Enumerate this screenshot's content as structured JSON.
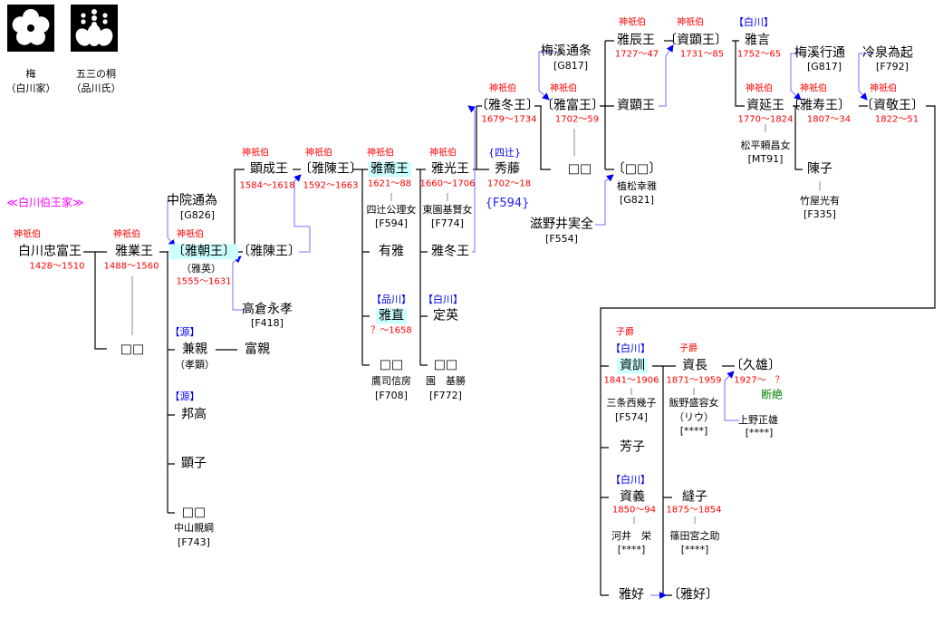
{
  "header": {
    "title": "≪白川伯王家≫"
  },
  "crests": [
    {
      "icon": "plum-crest-icon",
      "label": "梅",
      "sub": "（白川家）"
    },
    {
      "icon": "paulownia-crest-icon",
      "label": "五三の桐",
      "sub": "（品川氏）"
    }
  ],
  "colors": {
    "title": "#ff0000",
    "clan": "#0000ee",
    "adoption_line": "#7070ff",
    "highlight": "#ccffff",
    "note": "#008000",
    "header": "#ff00ff"
  },
  "p": [
    {
      "title": "神祇伯",
      "name": "白川忠富王",
      "years": "1428〜1510"
    },
    {
      "title": "神祇伯",
      "name": "雅業王",
      "years": "1488〜1560"
    },
    {
      "name": "□□"
    },
    {
      "name": "中院通為",
      "ref": "[G826]"
    },
    {
      "title": "神祇伯",
      "name": "〔雅朝王〕",
      "alias": "（雅英）",
      "years": "1555〜1631"
    },
    {
      "name": "〔雅陳王〕"
    },
    {
      "name": "高倉永孝",
      "ref": "[F418]"
    },
    {
      "clan": "【源】",
      "name": "兼親",
      "alias": "（孝顕）"
    },
    {
      "name": "富親"
    },
    {
      "clan": "【源】",
      "name": "邦高"
    },
    {
      "name": "顕子"
    },
    {
      "name": "□□",
      "spouse": "中山親綱",
      "ref": "[F743]"
    },
    {
      "title": "神祇伯",
      "name": "顕成王",
      "years": "1584〜1618"
    },
    {
      "title": "神祇伯",
      "name": "〔雅陳王〕",
      "years": "1592〜1663"
    },
    {
      "title": "神祇伯",
      "name": "雅喬王",
      "years": "1621〜88",
      "spouse": "四辻公理女",
      "ref": "[F594]"
    },
    {
      "name": "有雅"
    },
    {
      "clan": "【品川】",
      "name": "雅直",
      "years": "？〜1658"
    },
    {
      "name": "□□",
      "spouse": "鷹司信房",
      "ref": "[F708]"
    },
    {
      "title": "神祇伯",
      "name": "雅光王",
      "years": "1660〜1706",
      "spouse": "東園基賢女",
      "ref": "[F774]"
    },
    {
      "name": "雅冬王"
    },
    {
      "clan": "【白川】",
      "name": "定英"
    },
    {
      "name": "□□",
      "spouse": "園　基勝",
      "ref": "[F772]"
    },
    {
      "clan": "{四辻}",
      "name": "秀藤",
      "years": "1702〜18",
      "ref": "{F594}"
    },
    {
      "name": "滋野井実全",
      "ref": "[F554]"
    },
    {
      "title": "神祇伯",
      "name": "〔雅冬王〕",
      "years": "1679〜1734"
    },
    {
      "name": "梅溪通条",
      "ref": "[G817]"
    },
    {
      "title": "神祇伯",
      "name": "〔雅富王〕",
      "years": "1702〜59"
    },
    {
      "name": "□□"
    },
    {
      "title": "神祇伯",
      "name": "雅辰王",
      "years": "1727〜47"
    },
    {
      "name": "資顕王"
    },
    {
      "name": "〔□□〕",
      "spouse": "植松幸雅",
      "ref": "[G821]"
    },
    {
      "title": "神祇伯",
      "name": "〔資顕王〕",
      "years": "1731〜85"
    },
    {
      "clan": "【白川】",
      "name": "雅言",
      "years": "1752〜65"
    },
    {
      "title": "神祇伯",
      "name": "資延王",
      "years": "1770〜1824",
      "spouse": "松平頼昌女",
      "ref": "[MT91]"
    },
    {
      "name": "陳子",
      "spouse": "竹屋光有",
      "ref": "[F335]"
    },
    {
      "name": "梅溪行通",
      "ref": "[G817]"
    },
    {
      "title": "神祇伯",
      "name": "〔雅寿王〕",
      "years": "1807〜34"
    },
    {
      "name": "冷泉為起",
      "ref": "[F792]"
    },
    {
      "title": "神祇伯",
      "name": "〔資敬王〕",
      "years": "1822〜51"
    },
    {
      "title": "子爵",
      "clan": "【白川】",
      "name": "資訓",
      "years": "1841〜1906",
      "spouse": "三条西幾子",
      "ref": "[F574]"
    },
    {
      "name": "芳子"
    },
    {
      "clan": "【白川】",
      "name": "資義",
      "years": "1850〜94",
      "spouse": "河井　栄",
      "ref": "[****]"
    },
    {
      "name": "雅好"
    },
    {
      "title": "子爵",
      "name": "資長",
      "years": "1871〜1959",
      "spouse": "飯野盛容女",
      "alias": "（リウ）",
      "ref": "[****]"
    },
    {
      "name": "縫子",
      "years": "1875〜1854",
      "spouse": "篠田宮之助",
      "ref": "[****]"
    },
    {
      "name": "〔雅好〕"
    },
    {
      "name": "〔久雄〕",
      "years": "1927〜　？",
      "note": "断絶",
      "spouse": "上野正雄",
      "ref": "[****]"
    }
  ]
}
